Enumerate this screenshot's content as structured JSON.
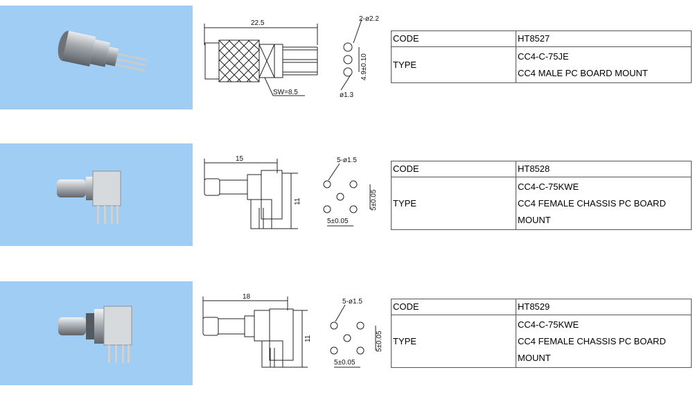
{
  "products": [
    {
      "code_label": "CODE",
      "code": "HT8527",
      "type_label": "TYPE",
      "type_lines": [
        "CC4-C-75JE",
        "CC4 MALE PC BOARD MOUNT"
      ],
      "length_dim": "22.5",
      "sw_dim": "SW=8.5",
      "hole_dim": "2-ø2.2",
      "pin_dim": "ø1.3",
      "pitch_dim": "4.9±0.10"
    },
    {
      "code_label": "CODE",
      "code": "HT8528",
      "type_label": "TYPE",
      "type_lines": [
        "CC4-C-75KWE",
        "CC4 FEMALE CHASSIS PC BOARD",
        "MOUNT"
      ],
      "length_dim": "15",
      "height_dim": "11",
      "hole_dim": "5-ø1.5",
      "pitch_v": "5±0.05",
      "pitch_h": "5±0.05"
    },
    {
      "code_label": "CODE",
      "code": "HT8529",
      "type_label": "TYPE",
      "type_lines": [
        "CC4-C-75KWE",
        "CC4 FEMALE CHASSIS PC BOARD",
        "MOUNT"
      ],
      "length_dim": "18",
      "height_dim": "11",
      "hole_dim": "5-ø1.5",
      "pitch_v": "5±0.05",
      "pitch_h": "5±0.05"
    }
  ],
  "colors": {
    "photo_bg": "#9fcdf3",
    "metal": "#b9bcbf",
    "line": "#222222"
  }
}
